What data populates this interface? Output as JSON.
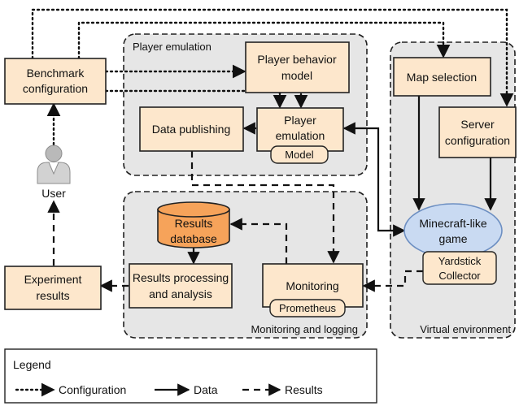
{
  "groups": {
    "player_emulation": "Player emulation",
    "monitoring": "Monitoring and logging",
    "virtual_env": "Virtual environment"
  },
  "nodes": {
    "benchmark": [
      "Benchmark",
      "configuration"
    ],
    "player_behavior": [
      "Player behavior",
      "model"
    ],
    "data_publishing": [
      "Data publishing"
    ],
    "player_emulation": [
      "Player",
      "emulation"
    ],
    "model_tag": "Model",
    "map_selection": [
      "Map selection"
    ],
    "server_config": [
      "Server",
      "configuration"
    ],
    "user": "User",
    "results_db": [
      "Results",
      "database"
    ],
    "minecraft": [
      "Minecraft-like",
      "game"
    ],
    "yardstick": [
      "Yardstick",
      "Collector"
    ],
    "experiment_results": [
      "Experiment",
      "results"
    ],
    "results_processing": [
      "Results processing",
      "and analysis"
    ],
    "monitoring": [
      "Monitoring"
    ],
    "prometheus_tag": "Prometheus"
  },
  "legend": {
    "title": "Legend",
    "configuration": "Configuration",
    "data": "Data",
    "results": "Results"
  },
  "colors": {
    "box_fill": "#fde7cc",
    "db_fill": "#f6a35a",
    "game_fill": "#c9daf2",
    "group_fill": "#e6e6e6"
  }
}
